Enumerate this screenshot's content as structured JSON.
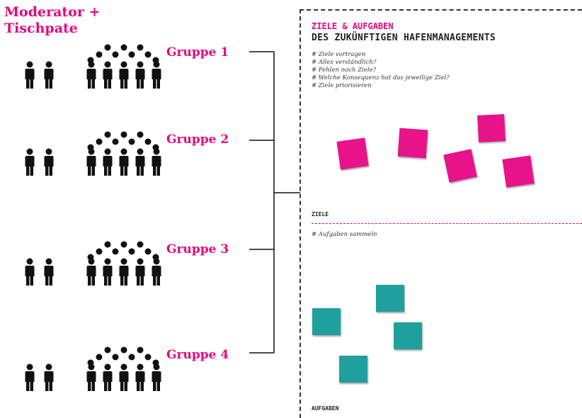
{
  "title_lines": [
    "Moderator +",
    "Tischpate"
  ],
  "groups": [
    {
      "label": "Gruppe 1"
    },
    {
      "label": "Gruppe 2"
    },
    {
      "label": "Gruppe 3"
    },
    {
      "label": "Gruppe 4"
    }
  ],
  "board": {
    "heading_1": "ZIELE & AUFGABEN",
    "heading_2": "DES ZUKÜNFTIGEN HAFENMANAGEMENTS",
    "items": [
      "# Ziele vortragen",
      "# Alles verständlich?",
      "# Fehlen noch Ziele?",
      "# Welche Konsequenz hat das jeweilige Ziel?",
      "# Ziele priorisieren"
    ],
    "section_goals": "ZIELE",
    "tasks_note": "# Aufgaben sammeln",
    "section_tasks": "AUFGABEN"
  },
  "colors": {
    "accent": "#e4067e",
    "pink_note": "#e8128a",
    "teal_note": "#1f9f9d"
  }
}
